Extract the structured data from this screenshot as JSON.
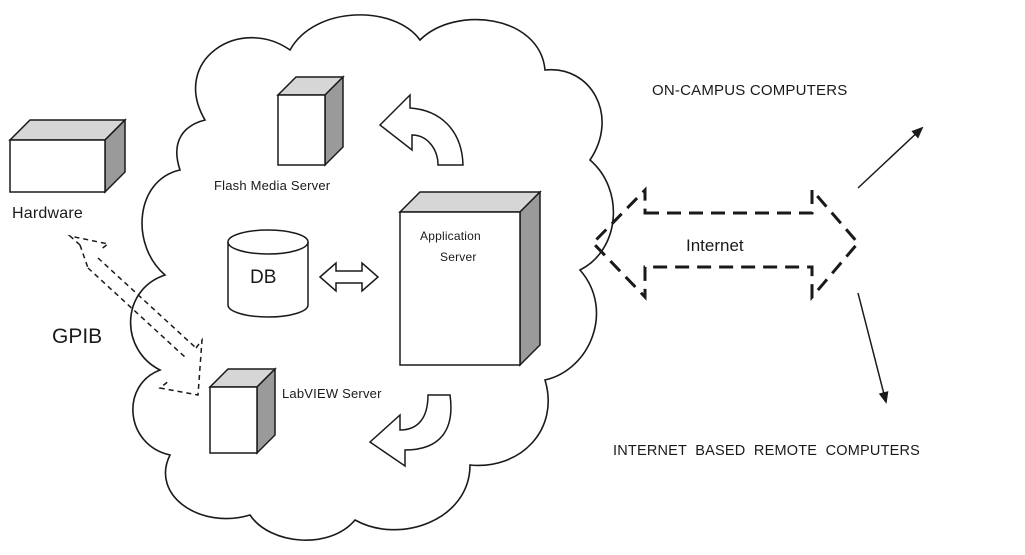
{
  "labels": {
    "hardware": "Hardware",
    "gpib": "GPIB",
    "flash_media_server": "Flash Media Server",
    "db": "DB",
    "application_server_line1": "Application",
    "application_server_line2": "Server",
    "labview_server": "LabVIEW Server",
    "internet": "Internet",
    "on_campus": "ON-CAMPUS COMPUTERS",
    "remote": "INTERNET  BASED  REMOTE  COMPUTERS"
  },
  "colors": {
    "stroke": "#1a1a1a",
    "box_front": "#ffffff",
    "box_side": "#9a9a9a",
    "box_top": "#d6d6d6",
    "background": "#ffffff"
  }
}
